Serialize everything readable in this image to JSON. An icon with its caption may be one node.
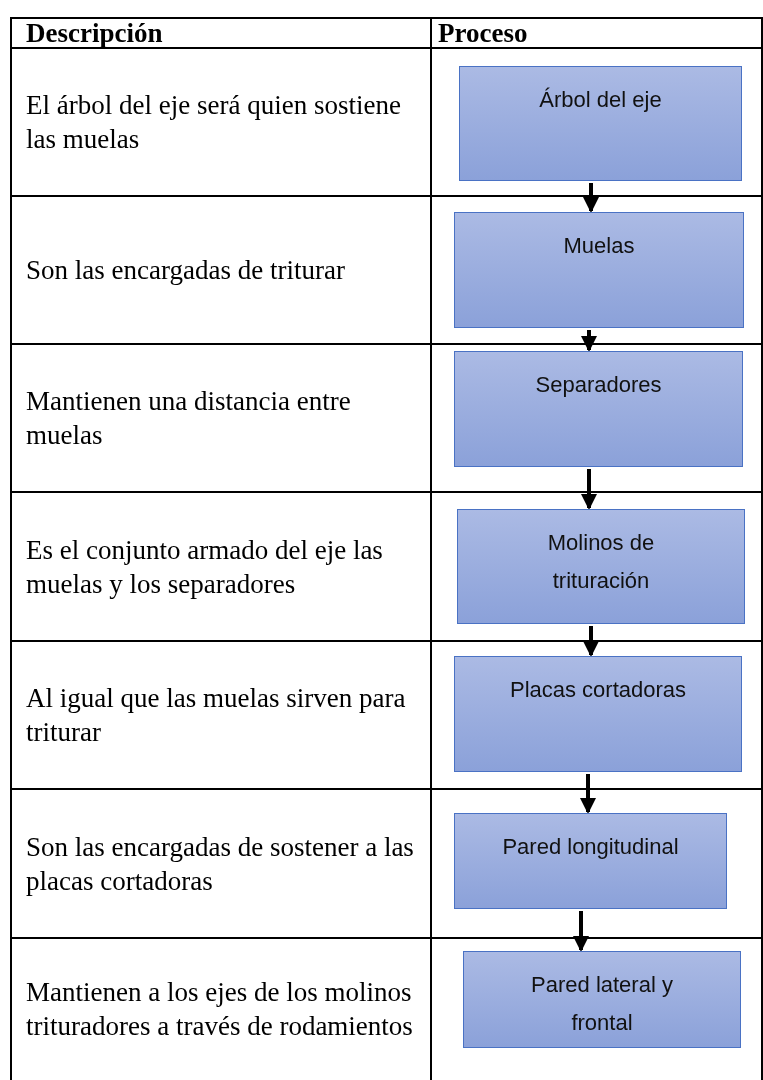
{
  "diagram": {
    "nodes": [
      {
        "text": [
          "Árbol del eje"
        ]
      },
      {
        "text": [
          "Muelas"
        ]
      },
      {
        "text": [
          "Separadores"
        ]
      },
      {
        "text": [
          "Molinos de trituración"
        ]
      },
      {
        "text": [
          "Placas cortadoras"
        ]
      },
      {
        "text": [
          "Pared longitudinal"
        ]
      },
      {
        "text": [
          "Pared lateral y frontal"
        ]
      }
    ],
    "edges": [
      {
        "from": 0,
        "to": 1,
        "arrow": "to"
      },
      {
        "from": 1,
        "to": 2,
        "arrow": "to"
      },
      {
        "from": 2,
        "to": 3,
        "arrow": "to"
      },
      {
        "from": 3,
        "to": 4,
        "arrow": "to"
      },
      {
        "from": 4,
        "to": 5,
        "arrow": "to"
      },
      {
        "from": 5,
        "to": 6,
        "arrow": "to"
      }
    ],
    "labels": [
      "Descripción",
      "Proceso",
      "El árbol del eje será quien sostiene las muelas",
      "Son las encargadas de triturar",
      "Mantienen una distancia entre muelas",
      "Es el conjunto armado del eje las muelas y los separadores",
      "Al igual que las muelas sirven para triturar",
      "Son las encargadas de sostener a las placas cortadoras",
      "Mantienen a los ejes de los molinos trituradores a través de rodamientos"
    ]
  }
}
